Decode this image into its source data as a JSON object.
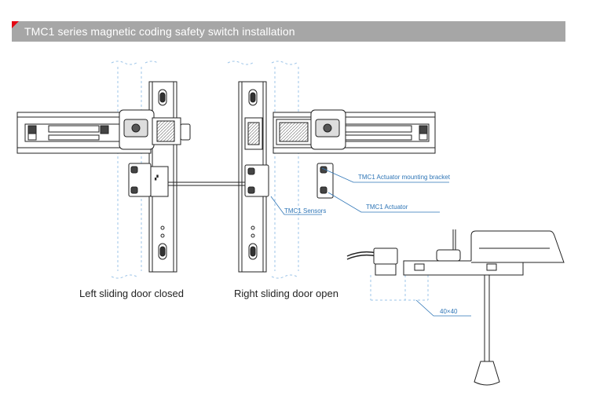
{
  "header": {
    "title": "TMC1 series magnetic coding safety switch installation"
  },
  "labels": {
    "left_caption": "Left sliding door closed",
    "right_caption": "Right sliding door open",
    "bracket": "TMC1 Actuator mounting bracket",
    "sensors": "TMC1 Sensors",
    "actuator": "TMC1 Actuator",
    "profile_size": "40×40"
  },
  "colors": {
    "header_bg": "#a6a6a6",
    "accent": "#e30613",
    "callout": "#2e75b6",
    "dash": "#9ec5e8"
  }
}
